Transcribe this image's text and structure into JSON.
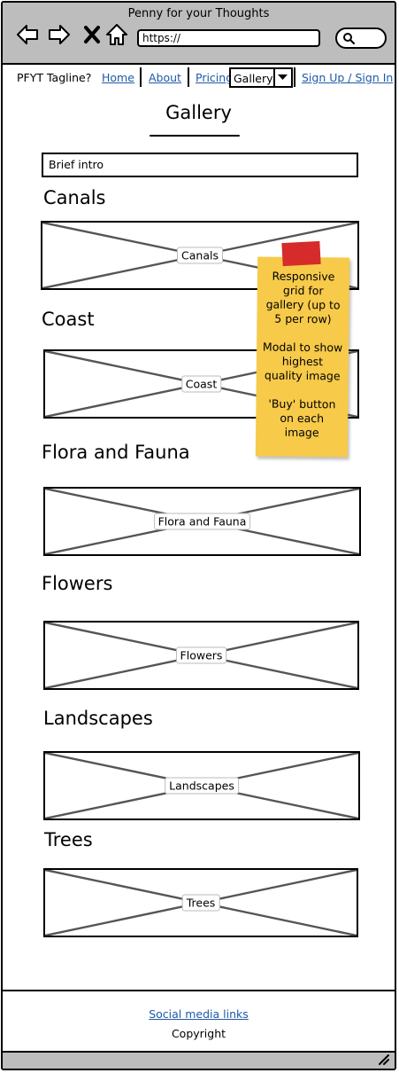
{
  "window": {
    "title": "Penny for your Thoughts",
    "url": "https://"
  },
  "navbar": {
    "brand": "PFYT  Tagline?",
    "home": "Home",
    "about": "About",
    "pricing": "Pricing",
    "gallery_dropdown": "Gallery",
    "signup": "Sign Up / Sign In"
  },
  "page": {
    "title": "Gallery",
    "intro": "Brief intro"
  },
  "categories": [
    {
      "title": "Canals",
      "image_label": "Canals"
    },
    {
      "title": "Coast",
      "image_label": "Coast"
    },
    {
      "title": "Flora and Fauna",
      "image_label": "Flora and Fauna"
    },
    {
      "title": "Flowers",
      "image_label": "Flowers"
    },
    {
      "title": "Landscapes",
      "image_label": "Landscapes"
    },
    {
      "title": "Trees",
      "image_label": "Trees"
    }
  ],
  "sticky_note": {
    "lines": [
      "Responsive",
      "grid for",
      "gallery (up to",
      "5 per row)",
      "",
      "Modal to show",
      "highest",
      "quality image",
      "",
      "'Buy' button",
      "on each",
      "image"
    ]
  },
  "footer": {
    "social": "Social media links",
    "copyright": "Copyright"
  },
  "colors": {
    "chrome": "#bdbdbd",
    "link": "#1e5aa8",
    "sticky": "#f7ca4a",
    "tape": "#d62b2b"
  },
  "icons": [
    "back-arrow-icon",
    "forward-arrow-icon",
    "close-icon",
    "home-icon",
    "search-icon",
    "chevron-down-icon",
    "resize-grip-icon"
  ]
}
